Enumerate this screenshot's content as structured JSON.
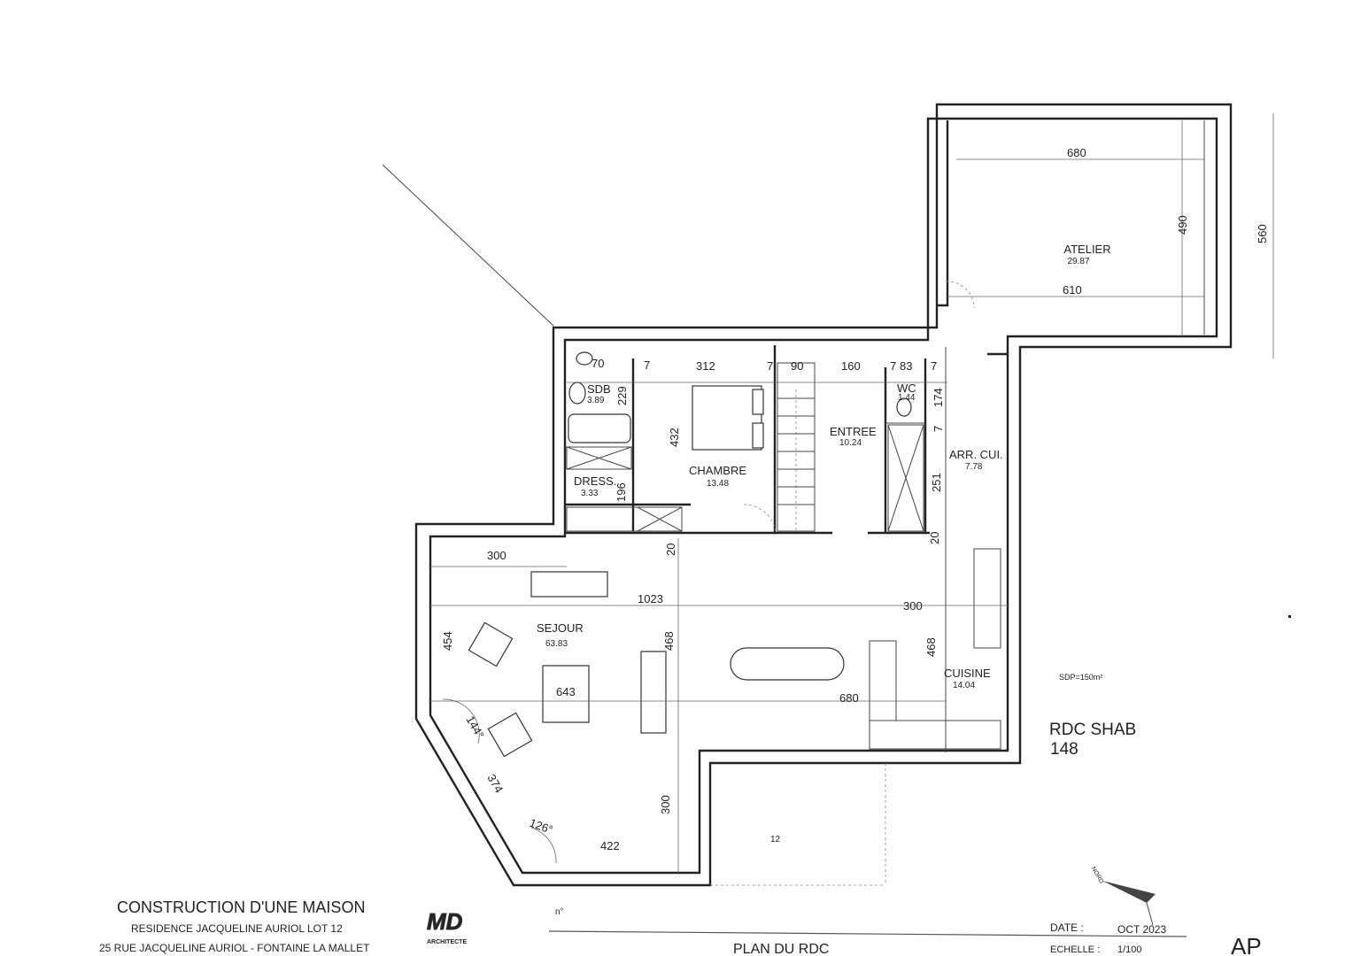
{
  "rooms": [
    {
      "name": "ATELIER",
      "area": "29.87"
    },
    {
      "name": "SDB",
      "area": "3.89"
    },
    {
      "name": "DRESS.",
      "area": "3.33"
    },
    {
      "name": "CHAMBRE",
      "area": "13.48"
    },
    {
      "name": "ENTREE",
      "area": "10.24"
    },
    {
      "name": "WC",
      "area": "1.44"
    },
    {
      "name": "ARR. CUI.",
      "area": "7.78"
    },
    {
      "name": "SEJOUR",
      "area": "63.83"
    },
    {
      "name": "CUISINE",
      "area": "14.04"
    }
  ],
  "dimensions": {
    "atelier_width_top": "680",
    "atelier_width_bottom": "610",
    "atelier_depth": "490",
    "atelier_overall": "560",
    "sdb_70": "70",
    "d7a": "7",
    "chambre_width": "312",
    "d7b": "7",
    "stair_width": "90",
    "entree_width": "160",
    "wc_7a": "7",
    "wc_width": "83",
    "wc_7b": "7",
    "sdb_229": "229",
    "chambre_depth": "432",
    "dress_196": "196",
    "arr_174": "174",
    "arr_7": "7",
    "arr_251": "251",
    "d20a": "20",
    "d20b": "20",
    "sejour_300_top": "300",
    "sejour_1023": "1023",
    "cuisine_300": "300",
    "sejour_454": "454",
    "sejour_468": "468",
    "cuisine_468": "468",
    "table_643": "643",
    "dining_680": "680",
    "angle_144": "144°",
    "diag_374": "374",
    "angle_126": "126°",
    "bottom_422": "422",
    "bottom_300": "300",
    "terrace_12": "12"
  },
  "annotations": {
    "sdp": "SDP=150m²",
    "shab_label": "RDC SHAB",
    "shab_value": "148",
    "north": "NORD"
  },
  "title_block": {
    "title": "CONSTRUCTION D'UNE MAISON",
    "line1": "RESIDENCE JACQUELINE AURIOL LOT 12",
    "line2": "25 RUE JACQUELINE AURIOL - FONTAINE LA MALLET",
    "logo": "MD ARCHITECTE",
    "number_label": "n°",
    "date_label": "DATE :",
    "date_value": "OCT 2023",
    "plan_name": "PLAN DU RDC",
    "scale_label": "ECHELLE :",
    "scale_value": "1/100",
    "phase": "AP"
  }
}
